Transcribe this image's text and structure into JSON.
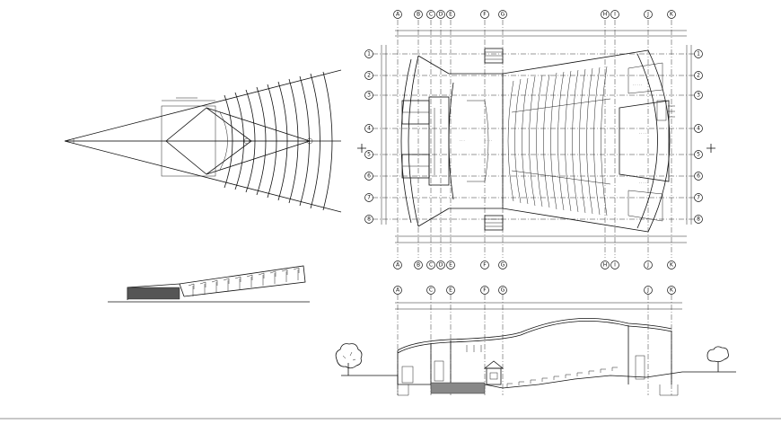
{
  "drawing": {
    "grid_columns": [
      "A",
      "B",
      "C",
      "D",
      "E",
      "F",
      "G",
      "H",
      "I",
      "J",
      "K"
    ],
    "grid_rows": [
      "1",
      "2",
      "3",
      "4",
      "5",
      "6",
      "7",
      "8"
    ],
    "section_columns": [
      "A",
      "C",
      "E",
      "F",
      "G",
      "J",
      "K"
    ]
  }
}
